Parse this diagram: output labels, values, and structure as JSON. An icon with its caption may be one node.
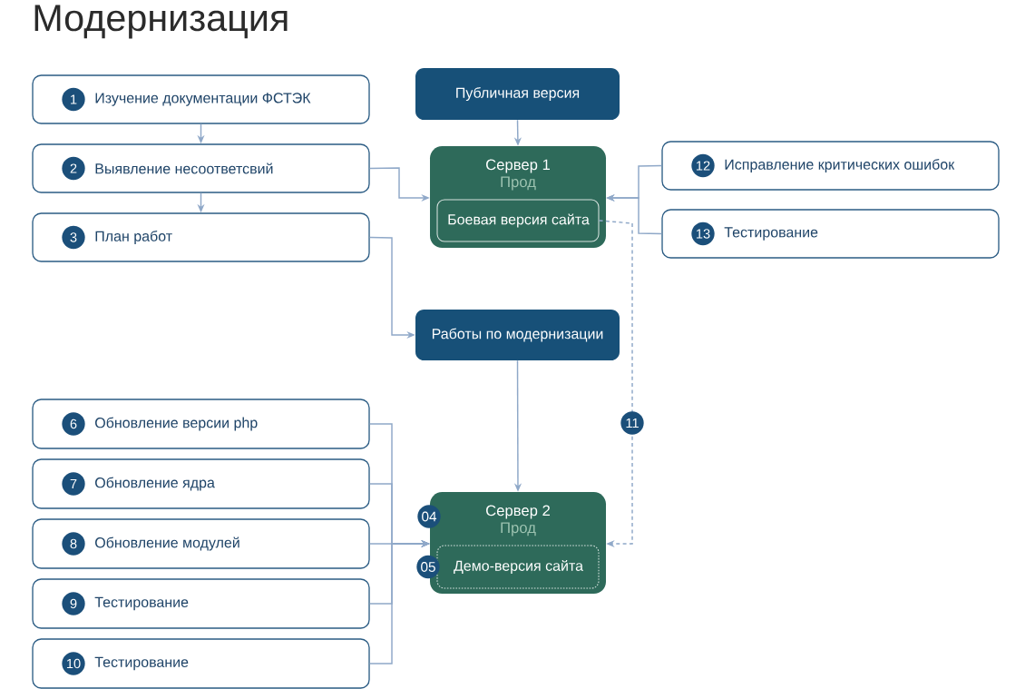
{
  "diagram": {
    "title": "Модернизация",
    "nodes": [
      {
        "text": [
          "Публичная версия"
        ]
      },
      {
        "text": [
          "Сервер 1",
          "Прод"
        ]
      },
      {
        "text": [
          "Боевая версия сайта"
        ],
        "in": 1
      },
      {
        "text": [
          "1",
          "Изучение документации ФСТЭК"
        ]
      },
      {
        "text": [
          "2",
          "Выявление несоответсвий"
        ]
      },
      {
        "text": [
          "3",
          "План работ"
        ]
      },
      {
        "text": [
          "Работы по модернизации"
        ]
      },
      {
        "text": [
          "12",
          "Исправление критических ошибок"
        ]
      },
      {
        "text": [
          "13",
          "Тестирование"
        ]
      },
      {
        "text": [
          "04",
          "Сервер 2",
          "Прод"
        ]
      },
      {
        "text": [
          "05",
          "Демо-версия сайта"
        ],
        "in": 9
      },
      {
        "text": [
          "6",
          "Обновление версии php"
        ]
      },
      {
        "text": [
          "7",
          "Обновление ядра"
        ]
      },
      {
        "text": [
          "8",
          "Обновление модулей"
        ]
      },
      {
        "text": [
          "9",
          "Тестирование"
        ]
      },
      {
        "text": [
          "10",
          "Тестирование"
        ]
      }
    ],
    "edges": [
      {
        "from": 0,
        "to": 1,
        "arrow": "to"
      },
      {
        "from": 3,
        "to": 4,
        "arrow": "to"
      },
      {
        "from": 4,
        "to": 5,
        "arrow": "to"
      },
      {
        "from": 4,
        "to": 1,
        "arrow": "to"
      },
      {
        "from": 5,
        "to": 6,
        "arrow": "to"
      },
      {
        "from": 7,
        "to": 1,
        "arrow": "to"
      },
      {
        "from": 8,
        "to": 1,
        "arrow": "to"
      },
      {
        "from": 6,
        "to": 9,
        "arrow": "to"
      },
      {
        "from": 11,
        "to": 9,
        "arrow": "to"
      },
      {
        "from": 12,
        "to": 9,
        "arrow": "to"
      },
      {
        "from": 13,
        "to": 9,
        "arrow": "to"
      },
      {
        "from": 14,
        "to": 9,
        "arrow": "to"
      },
      {
        "from": 15,
        "to": 9,
        "arrow": "to"
      },
      {
        "from": 2,
        "to": 9,
        "arrow": "to",
        "style": "dashed",
        "label": "11"
      }
    ]
  }
}
